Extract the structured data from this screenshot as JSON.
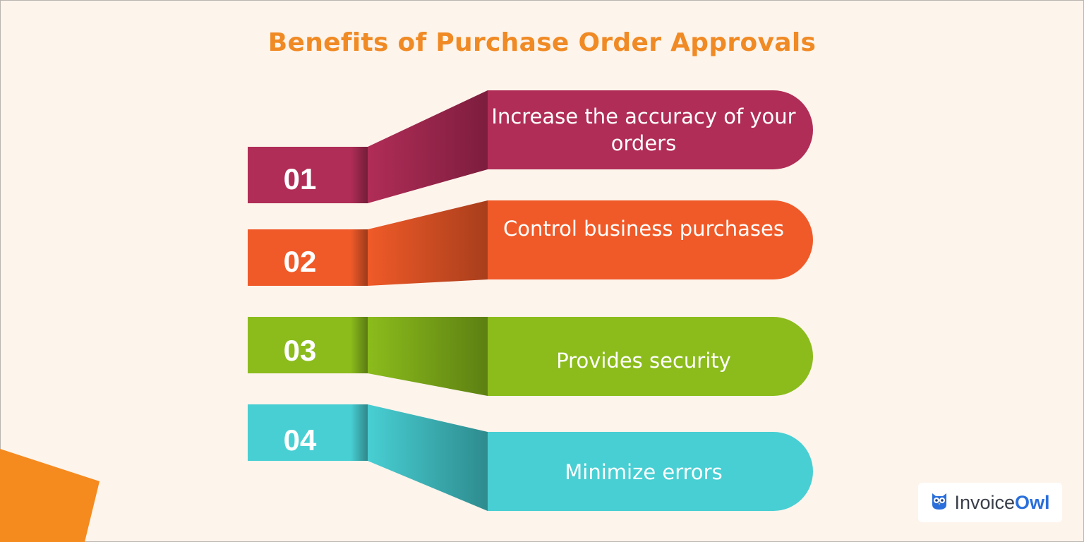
{
  "title": "Benefits of Purchase Order Approvals",
  "items": [
    {
      "number": "01",
      "label": "Increase the accuracy of your orders",
      "color": "#b02d57",
      "dark": "#7d1d3e"
    },
    {
      "number": "02",
      "label": "Control business purchases",
      "color": "#f05a28",
      "dark": "#a83e1c"
    },
    {
      "number": "03",
      "label": "Provides security",
      "color": "#8bbc1c",
      "dark": "#5d8012"
    },
    {
      "number": "04",
      "label": "Minimize errors",
      "color": "#48cfd3",
      "dark": "#2e8b8e"
    }
  ],
  "logo": {
    "word1": "Invoice",
    "word2": "Owl",
    "icon": "owl-icon"
  },
  "accent_color": "#f58a1f"
}
